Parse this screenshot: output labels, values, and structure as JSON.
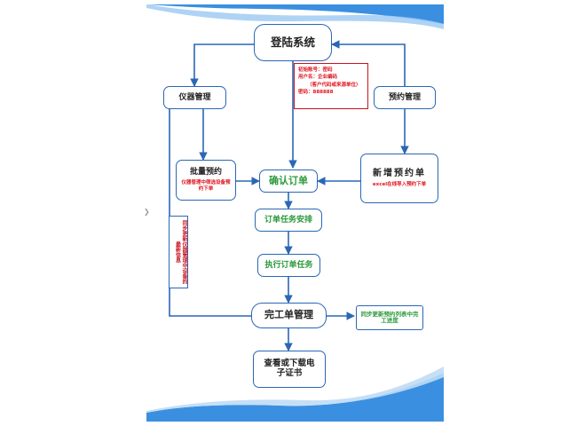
{
  "colors": {
    "accent": "#2a67b5",
    "warning_red": "#e0141e",
    "success_green": "#2c9a3c",
    "wave": "#3a8fe0"
  },
  "nodes": {
    "login": "登陆系统",
    "instrument_mgmt": "仪器管理",
    "reservation_mgmt": "预约管理",
    "batch_reserve": "批量预约",
    "batch_reserve_note": "仪器管理中筛选设备预约下单",
    "confirm_order": "确认订单",
    "new_order": "新增预约单",
    "new_order_note": "excel在线导入预约下单",
    "task_schedule": "订单任务安排",
    "execute_task": "执行订单任务",
    "complete_mgmt": "完工单管理",
    "view_download": "查看或下载电子证书"
  },
  "notes": {
    "account_info": [
      "初始账号：密码",
      "用户名：企业编码",
      "（客户代码或来源单位）",
      "密码：888888"
    ],
    "sync_instrument": "同步更新仪器管理中设备的最新信息",
    "sync_progress": "同步更新预约列表中完工进度"
  }
}
